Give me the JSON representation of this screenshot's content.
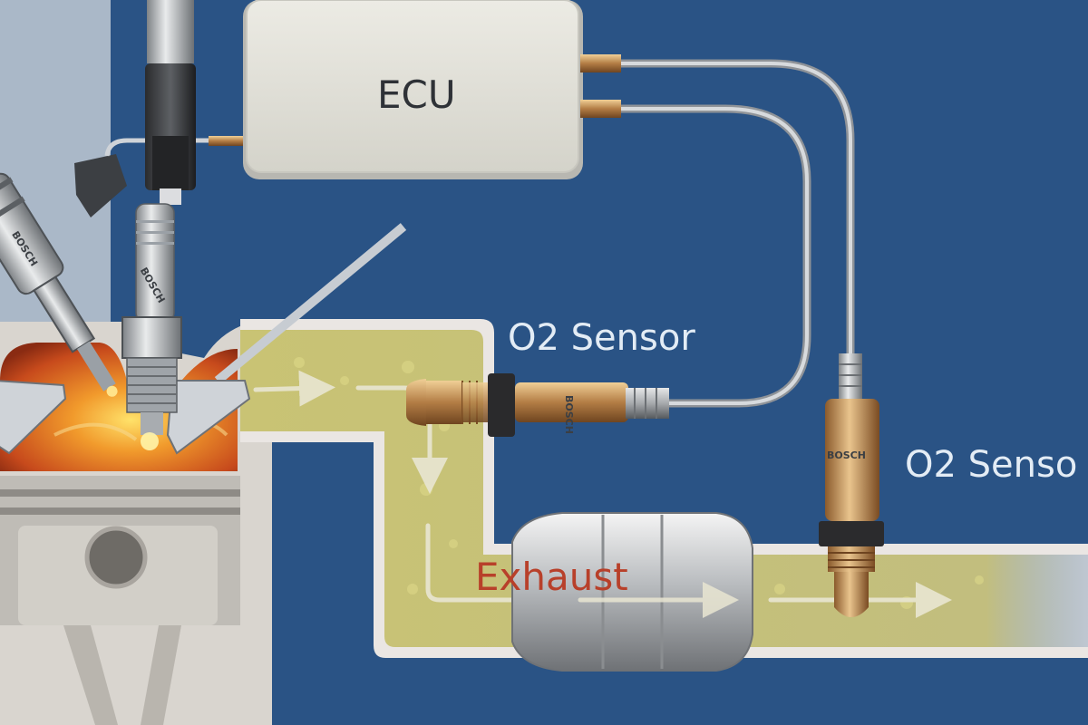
{
  "labels": {
    "ecu": "ECU",
    "o2_sensor_upstream": "O2 Sensor",
    "o2_sensor_downstream": "O2 Senso",
    "exhaust": "Exhaust"
  },
  "brand_marks": {
    "spark_plug": "BOSCH",
    "injector": "BOSCH",
    "sensor_upstream": "BOSCH",
    "sensor_downstream": "BOSCH"
  },
  "colors": {
    "background": "#2a5385",
    "exhaust_flow": "#c9c374",
    "pipe_outline": "#eae6e3",
    "ecu_box": "#e2e1d8",
    "combustion": "#d6521e",
    "wire": "#c9ccd1",
    "exhaust_label": "#b8402a"
  },
  "icons": [
    "spark-plug-icon",
    "fuel-injector-icon",
    "ignition-coil-icon",
    "oxygen-sensor-icon",
    "catalytic-converter-icon",
    "piston-icon",
    "flow-arrow-icon"
  ]
}
